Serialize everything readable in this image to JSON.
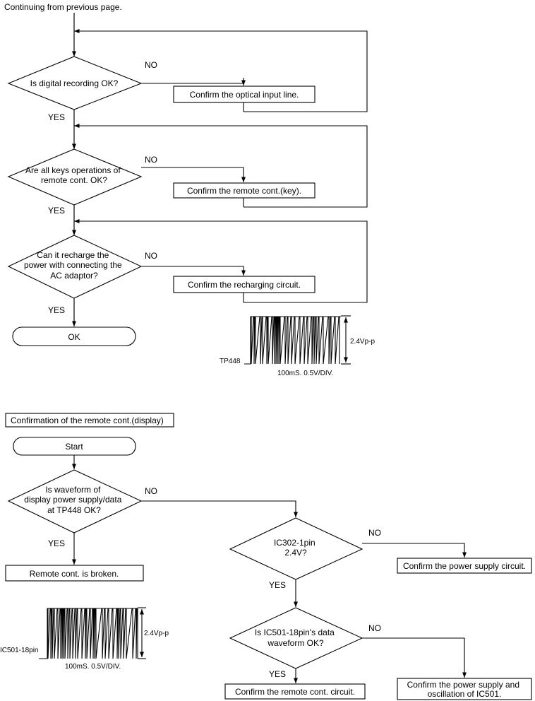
{
  "part1": {
    "header": "Continuing from previous page.",
    "q1": [
      "Is digital recording OK?"
    ],
    "a1": "Confirm the optical input line.",
    "q2": [
      "Are all keys operations of",
      "remote cont. OK?"
    ],
    "a2": "Confirm the remote cont.(key).",
    "q3": [
      "Can it recharge the",
      "power with connecting the",
      "AC adaptor?"
    ],
    "a3": "Confirm the recharging circuit.",
    "end": "OK",
    "no": "NO",
    "yes": "YES",
    "waveform": {
      "probe": "TP448",
      "amplitude": "2.4Vp-p",
      "scale": "100mS. 0.5V/DIV."
    }
  },
  "part2": {
    "title": "Confirmation of the remote cont.(display)",
    "start": "Start",
    "q1": [
      "Is waveform of",
      "display power supply/data",
      "at TP448 OK?"
    ],
    "r1": "Remote cont. is broken.",
    "q2": [
      "IC302-1pin",
      "2.4V?"
    ],
    "r2": "Confirm the power supply circuit.",
    "q3": [
      "Is IC501-18pin's data",
      "waveform OK?"
    ],
    "r3": "Confirm the remote cont. circuit.",
    "r4": [
      "Confirm the power supply and",
      "oscillation of IC501."
    ],
    "no": "NO",
    "yes": "YES",
    "waveform": {
      "probe": "IC501-18pin",
      "amplitude": "2.4Vp-p",
      "scale": "100mS. 0.5V/DIV."
    }
  }
}
